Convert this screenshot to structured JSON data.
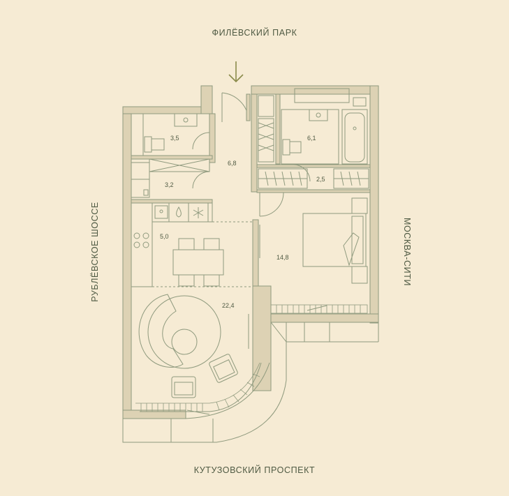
{
  "streets": {
    "top": "ФИЛЁВСКИЙ ПАРК",
    "bottom": "КУТУЗОВСКИЙ ПРОСПЕКТ",
    "left": "РУБЛЁВСКОЕ ШОССЕ",
    "right": "МОСКВА-СИТИ"
  },
  "rooms": {
    "bath_small": "3,5",
    "hall": "6,8",
    "bath_large": "6,1",
    "wardrobe": "2,5",
    "laundry": "3,2",
    "kitchen": "5,0",
    "bedroom": "14,8",
    "living": "22,4"
  },
  "colors": {
    "background": "#f6ebd4",
    "wall_fill": "#ddd2b4",
    "line": "#8f9a7e",
    "text": "#4f5a43",
    "arrow": "#8a8a4a"
  },
  "icons": {
    "entrance": "arrow-down-icon",
    "water": "water-drop-icon",
    "freezer": "snowflake-icon"
  }
}
